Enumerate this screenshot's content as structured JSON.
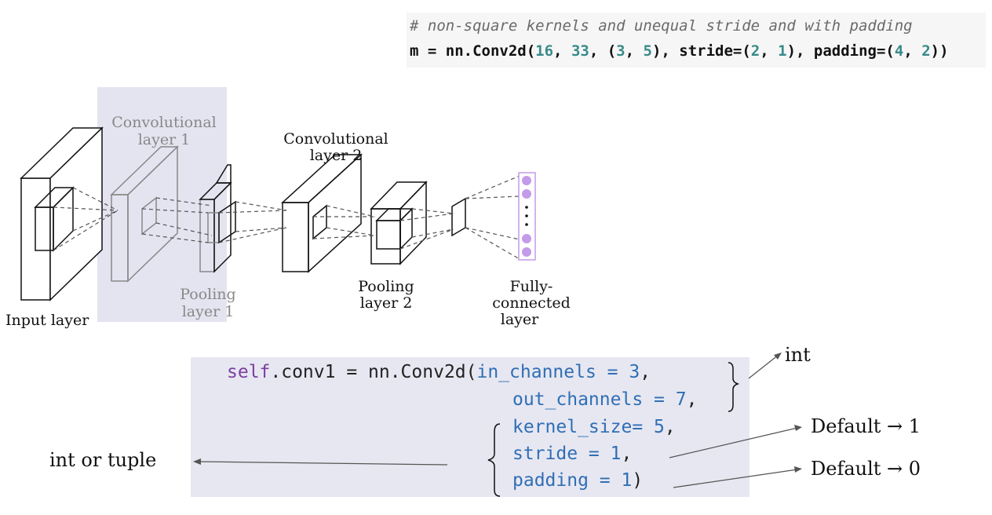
{
  "top_code": {
    "comment": "# non-square kernels and unequal stride and with padding",
    "prefix": "m = nn.Conv2d(",
    "a1": "16",
    "s1": ", ",
    "a2": "33",
    "s2": ", (",
    "a3": "3",
    "s3": ", ",
    "a4": "5",
    "s4": "), stride=(",
    "a5": "2",
    "s5": ", ",
    "a6": "1",
    "s6": "), padding=(",
    "a7": "4",
    "s7": ", ",
    "a8": "2",
    "s8": "))"
  },
  "diagram": {
    "input_layer": "Input layer",
    "conv1_line1": "Convolutional",
    "conv1_line2": "layer 1",
    "pool1_line1": "Pooling",
    "pool1_line2": "layer 1",
    "conv2_line1": "Convolutional",
    "conv2_line2": "layer 2",
    "pool2_line1": "Pooling",
    "pool2_line2": "layer 2",
    "fc_line1": "Fully-",
    "fc_line2": "connected",
    "fc_line3": "layer",
    "highlight_color": "#e4e4f1",
    "neuron_color": "#c49be8"
  },
  "code": {
    "self_kw": "self",
    "line1_mid": ".conv1 = nn.Conv2d(",
    "in_channels": "in_channels = 3",
    "out_channels": "out_channels = 7",
    "kernel_size": "kernel_size= 5",
    "stride": "stride = 1",
    "padding": "padding = 1",
    "comma": ",",
    "close_paren": ")"
  },
  "annotations": {
    "int": "int",
    "int_or_tuple": "int or tuple",
    "default_1": "Default → 1",
    "default_0": "Default → 0"
  }
}
